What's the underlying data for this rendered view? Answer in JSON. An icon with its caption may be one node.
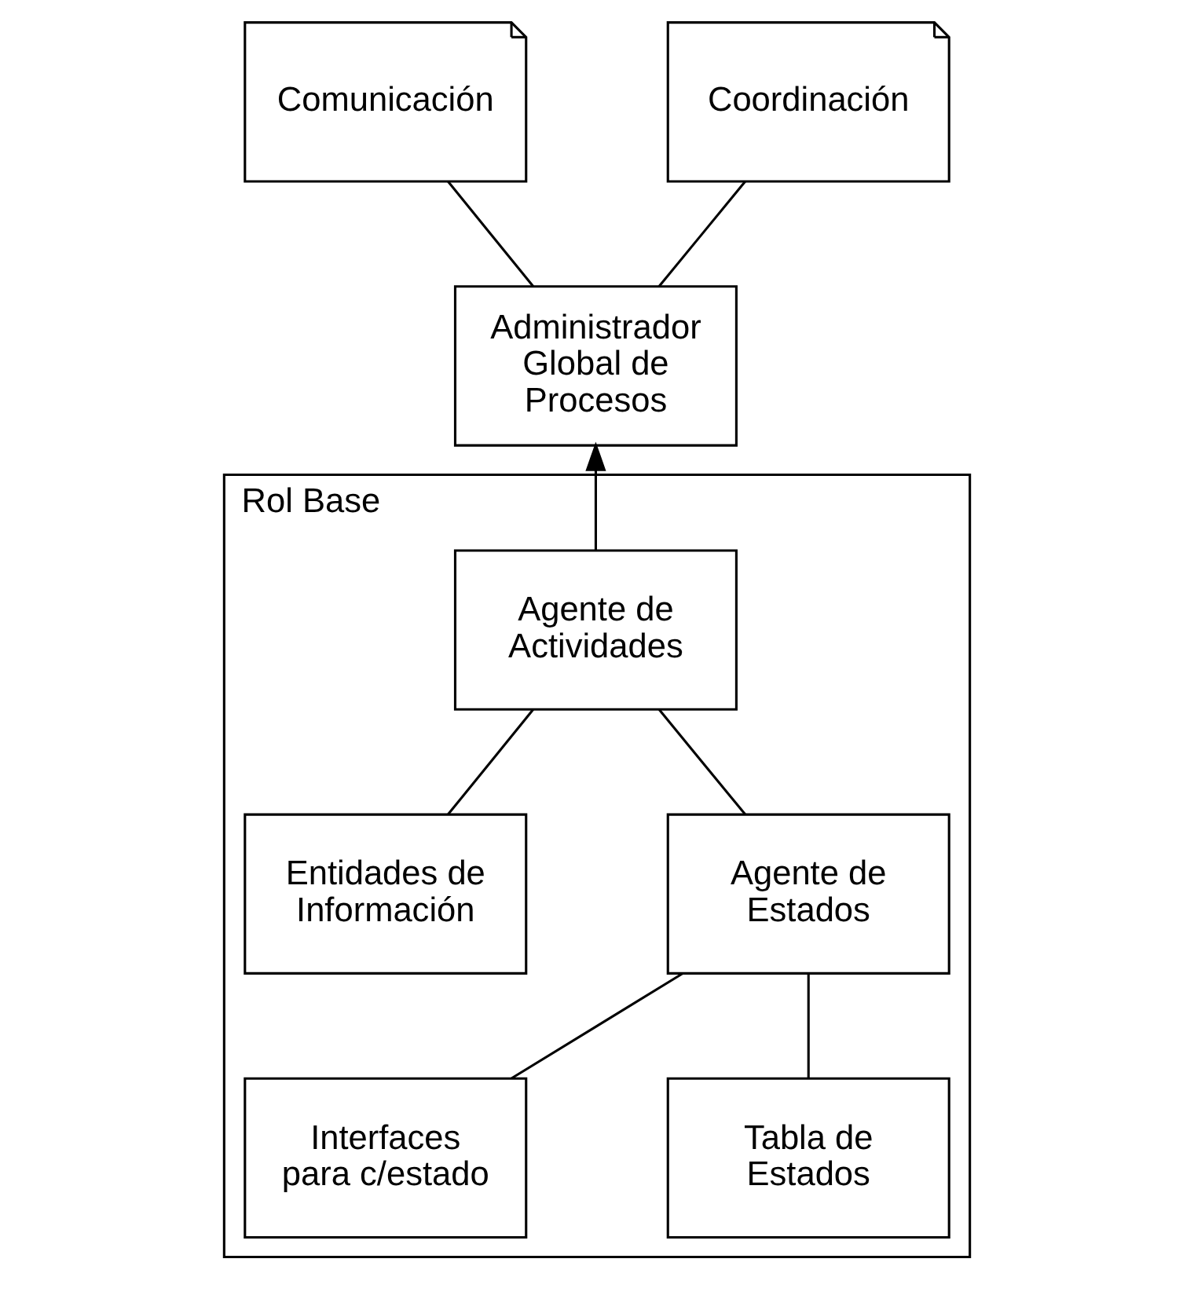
{
  "diagram": {
    "nodes": [
      {
        "text": [
          "Comunicación"
        ]
      },
      {
        "text": [
          "Coordinación"
        ]
      },
      {
        "text": [
          "Administrador Global de Procesos"
        ]
      },
      {
        "text": [
          "Rol Base"
        ]
      },
      {
        "text": [
          "Agente de Actividades"
        ],
        "in": 3
      },
      {
        "text": [
          "Entidades de Información"
        ],
        "in": 3
      },
      {
        "text": [
          "Agente de Estados"
        ],
        "in": 3
      },
      {
        "text": [
          "Interfaces para c/estado"
        ],
        "in": 3
      },
      {
        "text": [
          "Tabla de Estados"
        ],
        "in": 3
      }
    ],
    "edges": [
      {
        "from": 0,
        "to": 2,
        "arrow": "none"
      },
      {
        "from": 1,
        "to": 2,
        "arrow": "none"
      },
      {
        "from": 4,
        "to": 2,
        "arrow": "to"
      },
      {
        "from": 4,
        "to": 5,
        "arrow": "none"
      },
      {
        "from": 4,
        "to": 6,
        "arrow": "none"
      },
      {
        "from": 6,
        "to": 7,
        "arrow": "none"
      },
      {
        "from": 6,
        "to": 8,
        "arrow": "none"
      }
    ]
  }
}
